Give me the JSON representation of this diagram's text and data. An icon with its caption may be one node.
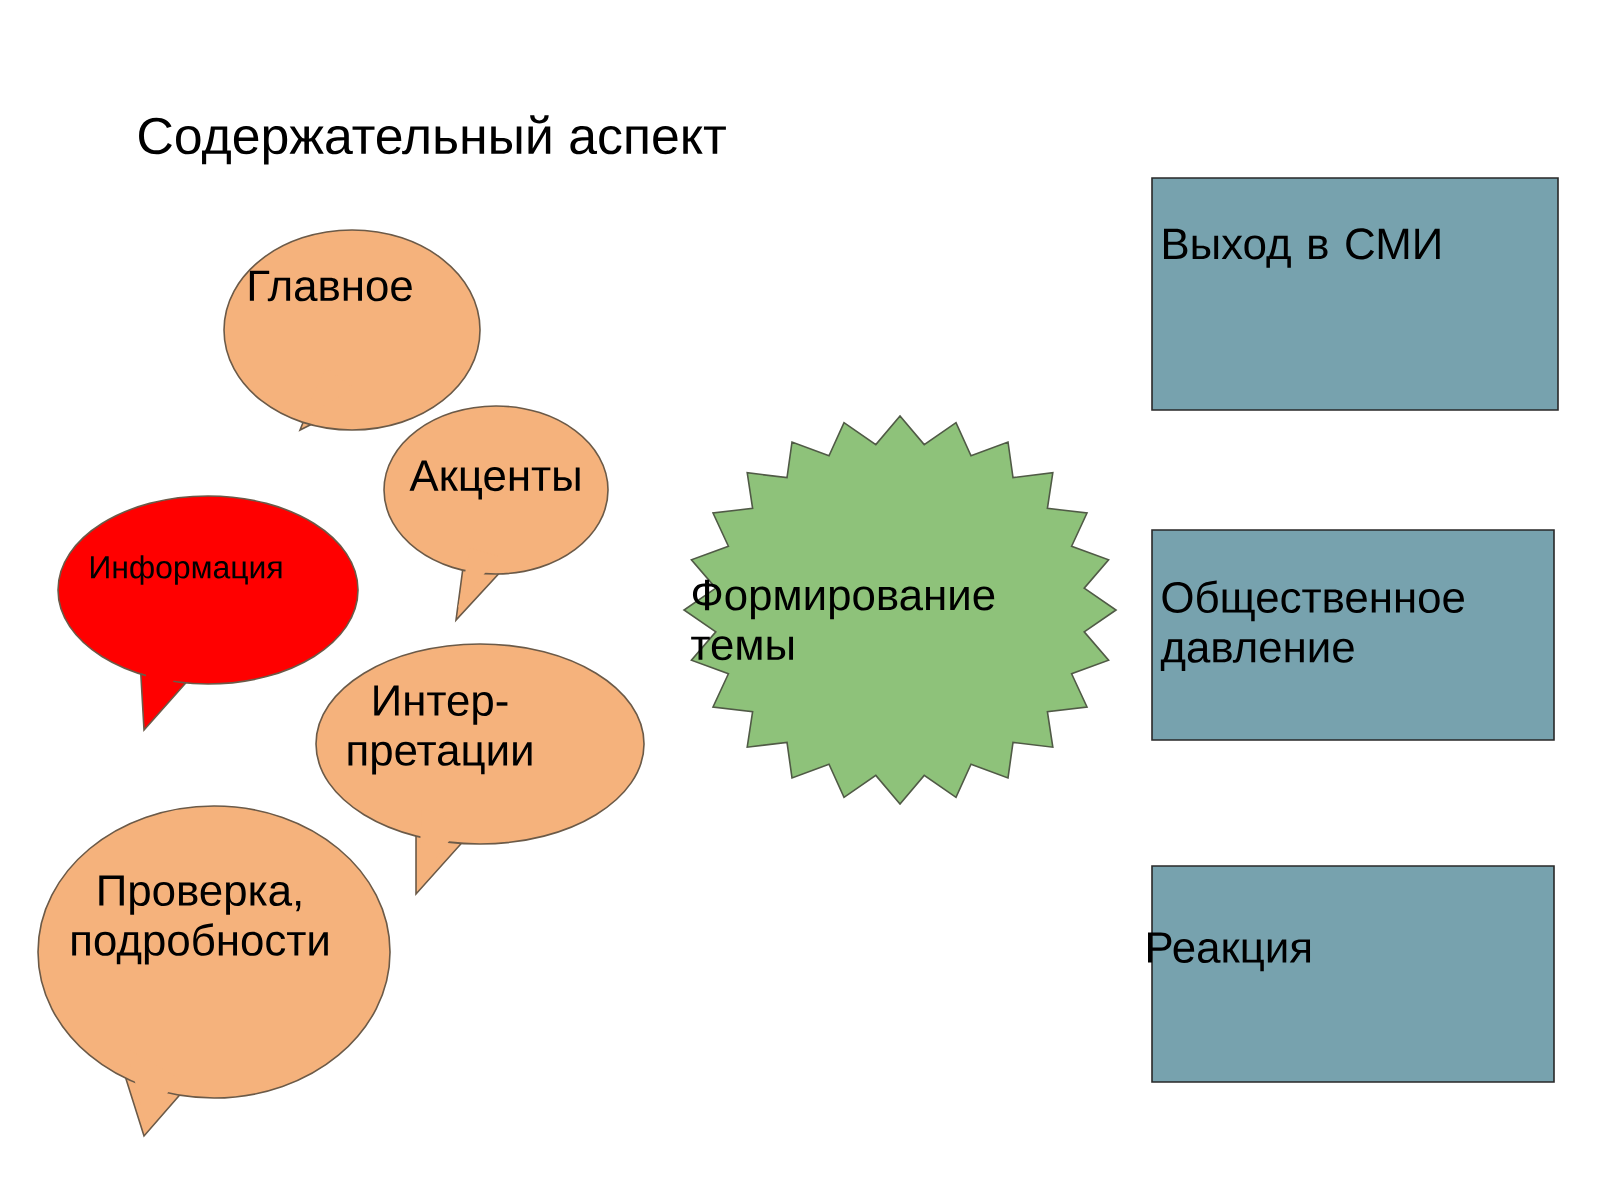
{
  "diagram": {
    "title": "Содержательный аспект",
    "nodes": [
      {
        "text": [
          "Главное"
        ]
      },
      {
        "text": [
          "Акценты"
        ]
      },
      {
        "text": [
          "Информация"
        ]
      },
      {
        "text": [
          "Интер- претации"
        ]
      },
      {
        "text": [
          "Проверка, подробности"
        ]
      },
      {
        "text": [
          "Формирование темы"
        ]
      },
      {
        "text": [
          "Выход в СМИ"
        ]
      },
      {
        "text": [
          "Общественное давление"
        ]
      },
      {
        "text": [
          "Реакция"
        ]
      }
    ],
    "edges": []
  }
}
